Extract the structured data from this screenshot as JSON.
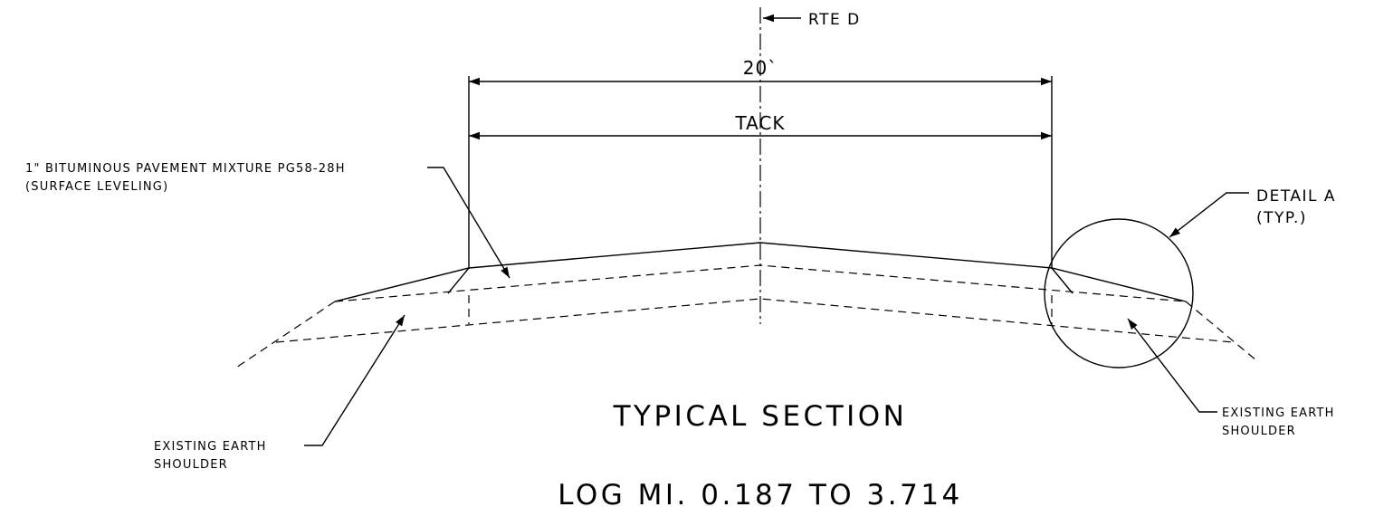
{
  "labels": {
    "route": "RTE D",
    "width": "20`",
    "tack": "TACK",
    "pavement_line1": "1\" BITUMINOUS PAVEMENT MIXTURE PG58-28H",
    "pavement_line2": "(SURFACE LEVELING)",
    "detail_line1": "DETAIL A",
    "detail_line2": "(TYP.)",
    "left_shoulder_line1": "EXISTING EARTH",
    "left_shoulder_line2": "SHOULDER",
    "right_shoulder_line1": "EXISTING EARTH",
    "right_shoulder_line2": "SHOULDER",
    "section_title": "TYPICAL SECTION",
    "log_mile": "LOG MI. 0.187 TO 3.714"
  }
}
